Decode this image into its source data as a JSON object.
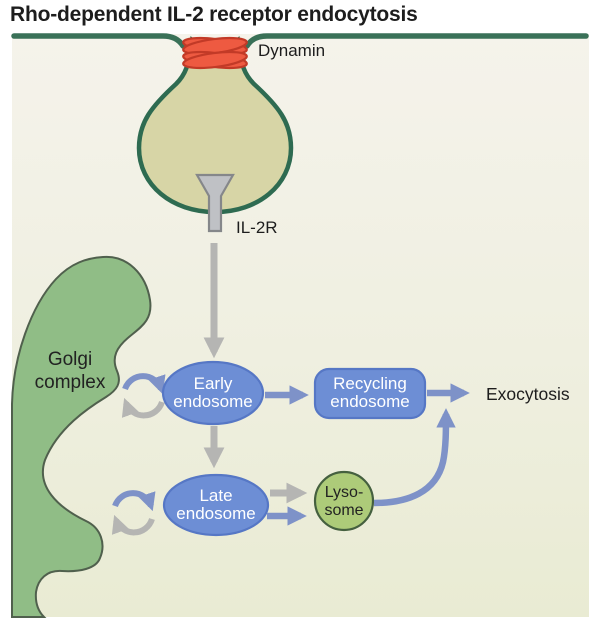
{
  "title": "Rho-dependent IL-2 receptor endocytosis",
  "labels": {
    "dynamin": "Dynamin",
    "il2r": "IL-2R",
    "exocytosis": "Exocytosis",
    "golgi_line1": "Golgi",
    "golgi_line2": "complex"
  },
  "nodes": {
    "early_endosome": {
      "line1": "Early",
      "line2": "endosome"
    },
    "recycling_endosome": {
      "line1": "Recycling",
      "line2": "endosome"
    },
    "late_endosome": {
      "line1": "Late",
      "line2": "endosome"
    },
    "lysosome": {
      "line1": "Lyso-",
      "line2": "some"
    }
  },
  "connections": [
    {
      "from": "endocytic-vesicle",
      "to": "early-endosome",
      "style": "gray-arrow"
    },
    {
      "from": "early-endosome",
      "to": "recycling-endosome",
      "style": "blue-arrow"
    },
    {
      "from": "recycling-endosome",
      "to": "exocytosis",
      "style": "blue-arrow"
    },
    {
      "from": "early-endosome",
      "to": "late-endosome",
      "style": "gray-arrow"
    },
    {
      "from": "late-endosome",
      "to": "lysosome",
      "style": "gray-arrow"
    },
    {
      "from": "late-endosome",
      "to": "lysosome",
      "style": "blue-arrow"
    },
    {
      "from": "lysosome",
      "to": "exocytosis-arrow",
      "style": "blue-curved-arrow"
    },
    {
      "from": "golgi-complex",
      "to": "early-endosome",
      "style": "recycle-loop"
    },
    {
      "from": "golgi-complex",
      "to": "late-endosome",
      "style": "recycle-loop"
    }
  ],
  "colors": {
    "membrane_green": "#3a7158",
    "vesicle_fill": "#d7d5a6",
    "vesicle_outline": "#2e6b51",
    "dynamin_red": "#ee5a41",
    "dynamin_outline": "#c23a27",
    "receptor_gray": "#bfc1c5",
    "golgi_green": "#90bd86",
    "endosome_blue": "#6d8ed5",
    "endosome_outline": "#5677c5",
    "lysosome_green": "#adcb79",
    "arrow_gray": "#b5b5b3",
    "arrow_blue": "#7e92c8",
    "panel_top": "#f5f3eb",
    "panel_bottom": "#e9ebd3",
    "text_dark": "#1d1d1d"
  }
}
